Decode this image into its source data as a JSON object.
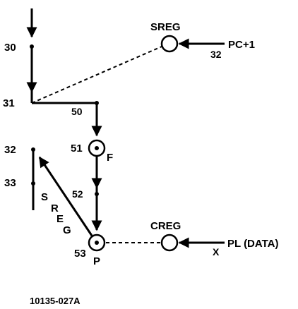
{
  "diagram": {
    "node_labels": {
      "n30": "30",
      "n31": "31",
      "n32": "32",
      "n33": "33",
      "n50": "50",
      "n51": "51",
      "n52": "52",
      "n53": "53"
    },
    "register_labels": {
      "sreg": "SREG",
      "creg": "CREG"
    },
    "input_labels": {
      "pc_plus_1": "PC+1",
      "pl_data": "PL (DATA)"
    },
    "edge_labels": {
      "sreg_input": "32",
      "creg_input": "X"
    },
    "point_labels": {
      "f": "F",
      "p": "P"
    },
    "diagonal_letters": {
      "s": "S",
      "r": "R",
      "e": "E",
      "g": "G"
    },
    "figure_id": "10135-027A",
    "colors": {
      "stroke": "#000000",
      "background": "#ffffff"
    }
  }
}
